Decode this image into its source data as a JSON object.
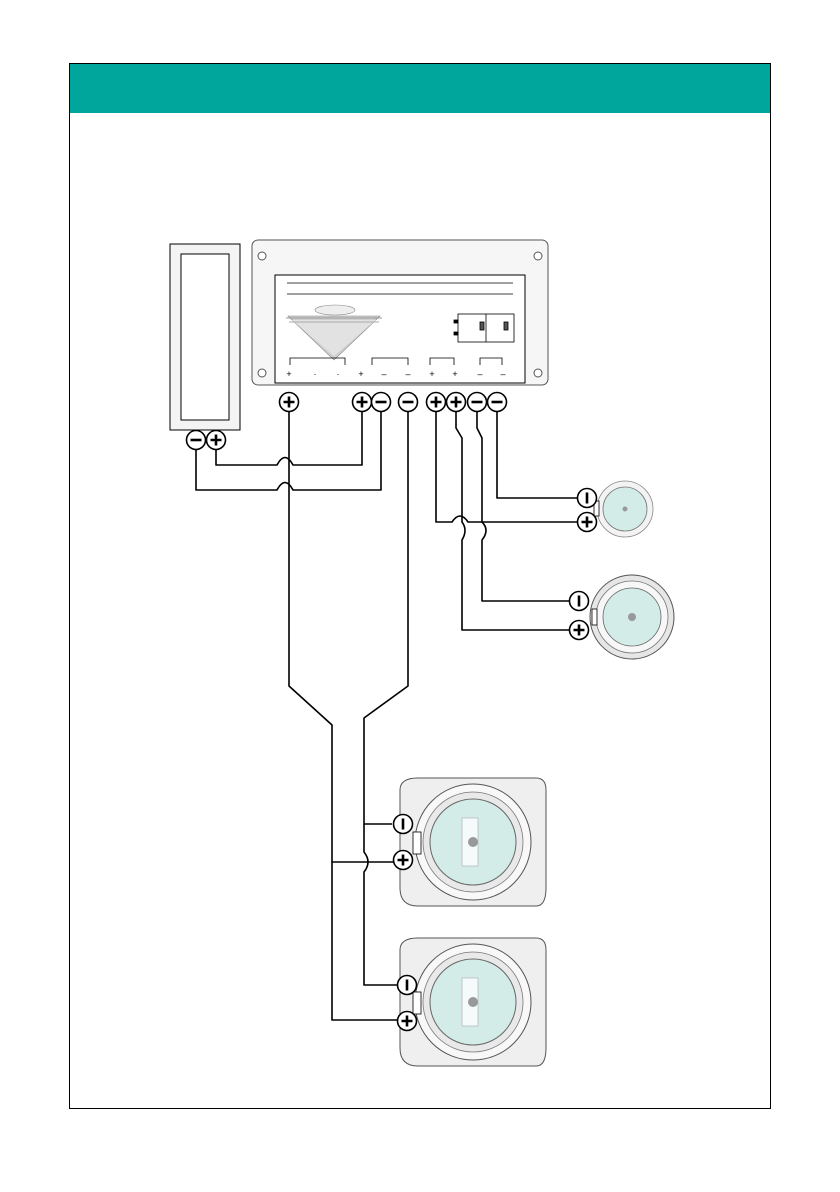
{
  "colors": {
    "header": "#00a59c",
    "speaker_cone": "#d3ece8",
    "speaker_rim": "#f1f1f1",
    "device_body": "#f6f6f6",
    "wire": "#000000"
  },
  "header": {
    "text": ""
  },
  "amplifier": {
    "terminal_marks": [
      "+",
      "·",
      "·",
      "+",
      "–",
      "–",
      "+",
      "+",
      "–",
      "–"
    ]
  },
  "connector_symbols": {
    "plus": "plus-symbol",
    "minus": "minus-symbol"
  },
  "speakers": [
    {
      "id": "tweeter",
      "size": "small"
    },
    {
      "id": "midrange",
      "size": "medium"
    },
    {
      "id": "woofer-1",
      "size": "large"
    },
    {
      "id": "woofer-2",
      "size": "large"
    }
  ]
}
